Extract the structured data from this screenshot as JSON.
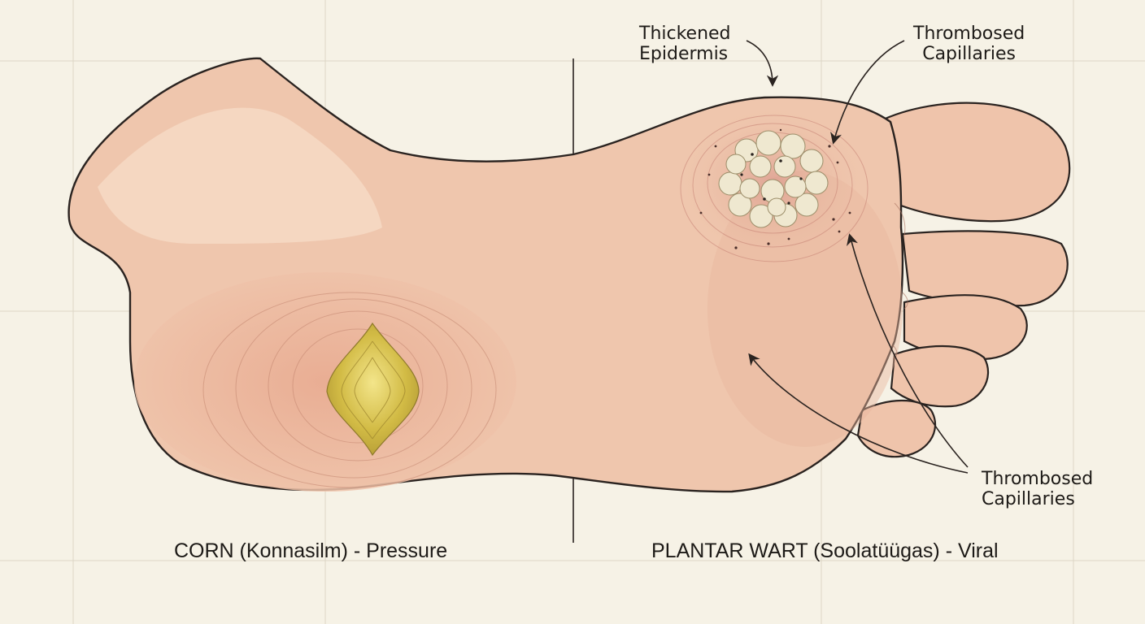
{
  "labels": {
    "thickened_epidermis": [
      "Thickened",
      "Epidermis"
    ],
    "thrombosed_capillaries_top": [
      "Thrombosed",
      "Capillaries"
    ],
    "thrombosed_capillaries_bottom": [
      "Thrombosed",
      "Capillaries"
    ]
  },
  "captions": {
    "left": "CORN (Konnasilm) - Pressure",
    "right": "PLANTAR WART (Soolatüügas) - Viral"
  },
  "colors": {
    "paper": "#f6f2e6",
    "grid": "#ddd6c6",
    "skin": "#ecc2a8",
    "skin_shadow": "#d99a84",
    "outline": "#2a2320",
    "corn": "#d6c04a",
    "wart": "#efe8d0"
  }
}
